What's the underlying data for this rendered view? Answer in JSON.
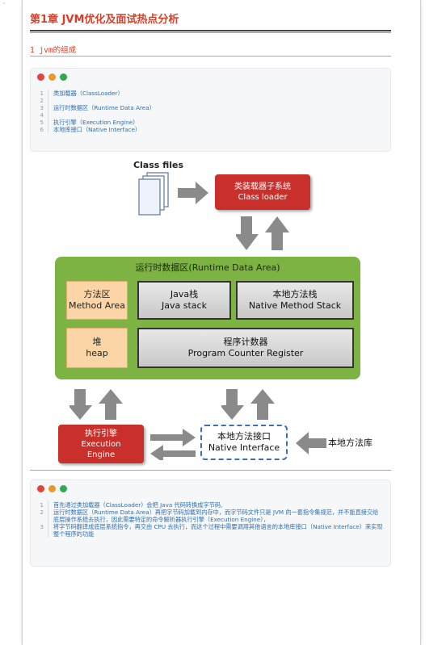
{
  "corner_mark": "'",
  "chapter_title": "第1章 JVM优化及面试热点分析",
  "section_title": "1 jvm的组成",
  "window_dots": [
    "#e0443e",
    "#e89a2c",
    "#2fa84f"
  ],
  "code_block_1": {
    "lines": [
      {
        "num": "1",
        "text": "类加载器（ClassLoader）"
      },
      {
        "num": "2",
        "text": ""
      },
      {
        "num": "3",
        "text": "运行时数据区（Runtime Data Area）"
      },
      {
        "num": "4",
        "text": ""
      },
      {
        "num": "5",
        "text": "执行引擎（Execution Engine）"
      },
      {
        "num": "6",
        "text": "本地库接口（Native Interface）"
      }
    ]
  },
  "diagram": {
    "class_files": "Class files",
    "class_loader_cn": "类装载器子系统",
    "class_loader_en": "Class loader",
    "runtime_area_title": "运行时数据区(Runtime Data Area)",
    "method_area_cn": "方法区",
    "method_area_en": "Method Area",
    "java_stack_cn": "Java栈",
    "java_stack_en": "Java stack",
    "native_stack_cn": "本地方法栈",
    "native_stack_en": "Native Method Stack",
    "heap_cn": "堆",
    "heap_en": "heap",
    "pc_cn": "程序计数器",
    "pc_en": "Program Counter Register",
    "engine_cn": "执行引擎",
    "engine_en_1": "Execution",
    "engine_en_2": "Engine",
    "native_iface_cn": "本地方法接口",
    "native_iface_en": "Native Interface",
    "native_lib": "本地方法库",
    "colors": {
      "red": "#c9302c",
      "green": "#7cb342",
      "orange": "#fbd5a5",
      "arrow": "#8a8a8a",
      "dash": "#3b6fb6"
    }
  },
  "code_block_2": {
    "lines": [
      {
        "num": "1",
        "text": "首先通过类加载器（ClassLoader）会把 Java 代码转换成字节码,"
      },
      {
        "num": "2",
        "text": "运行时数据区（Runtime Data Area）再把字节码加载到内存中，而字节码文件只是 JVM 的一套指令集规范，并不能直接交给底层操作系统去执行，因此需要特定的命令解析器执行引擎（Execution Engine），"
      },
      {
        "num": "3",
        "text": "将字节码翻译成底层系统指令，再交由 CPU 去执行，而这个过程中需要调用其他语言的本地库接口（Native Interface）来实现整个程序的功能"
      }
    ]
  }
}
